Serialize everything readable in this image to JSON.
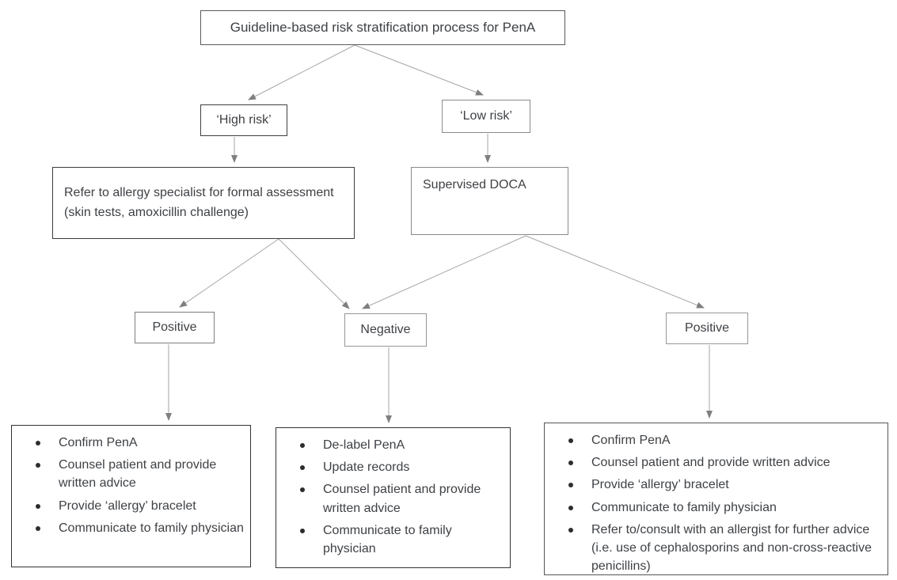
{
  "diagram": {
    "title": "Guideline-based risk stratification process for PenA",
    "nodes": {
      "title": {
        "label": "Guideline-based risk stratification process for PenA"
      },
      "high_risk": {
        "label": "‘High risk’"
      },
      "low_risk": {
        "label": "‘Low risk’"
      },
      "refer": {
        "label": "Refer to allergy specialist for formal assessment (skin tests, amoxicillin challenge)"
      },
      "doca": {
        "label": "Supervised DOCA"
      },
      "positive_left": {
        "label": "Positive"
      },
      "negative": {
        "label": "Negative"
      },
      "positive_right": {
        "label": "Positive"
      },
      "outcome_positive_high": {
        "items": [
          "Confirm PenA",
          "Counsel patient and provide written advice",
          "Provide ‘allergy’ bracelet",
          "Communicate to family physician"
        ]
      },
      "outcome_negative": {
        "items": [
          "De-label PenA",
          "Update records",
          "Counsel patient and provide written advice",
          "Communicate to family physician"
        ]
      },
      "outcome_positive_low": {
        "items": [
          "Confirm PenA",
          "Counsel patient and provide written advice",
          "Provide ‘allergy’ bracelet",
          "Communicate to family physician",
          "Refer to/consult with an allergist for further advice (i.e. use of cephalosporins and non-cross-reactive penicillins)"
        ]
      }
    },
    "edges": [
      {
        "from": "title",
        "to": "high_risk"
      },
      {
        "from": "title",
        "to": "low_risk"
      },
      {
        "from": "high_risk",
        "to": "refer"
      },
      {
        "from": "low_risk",
        "to": "doca"
      },
      {
        "from": "refer",
        "to": "positive_left"
      },
      {
        "from": "refer",
        "to": "negative"
      },
      {
        "from": "doca",
        "to": "negative"
      },
      {
        "from": "doca",
        "to": "positive_right"
      },
      {
        "from": "positive_left",
        "to": "outcome_positive_high"
      },
      {
        "from": "negative",
        "to": "outcome_negative"
      },
      {
        "from": "positive_right",
        "to": "outcome_positive_low"
      }
    ],
    "colors": {
      "background": "#ffffff",
      "box_fill": "#ffffff",
      "border_dark": "#404040",
      "border_gray": "#8a8a8a",
      "text": "#3e4145",
      "line": "#a6a6a6",
      "arrowhead": "#7f7f7f"
    }
  }
}
